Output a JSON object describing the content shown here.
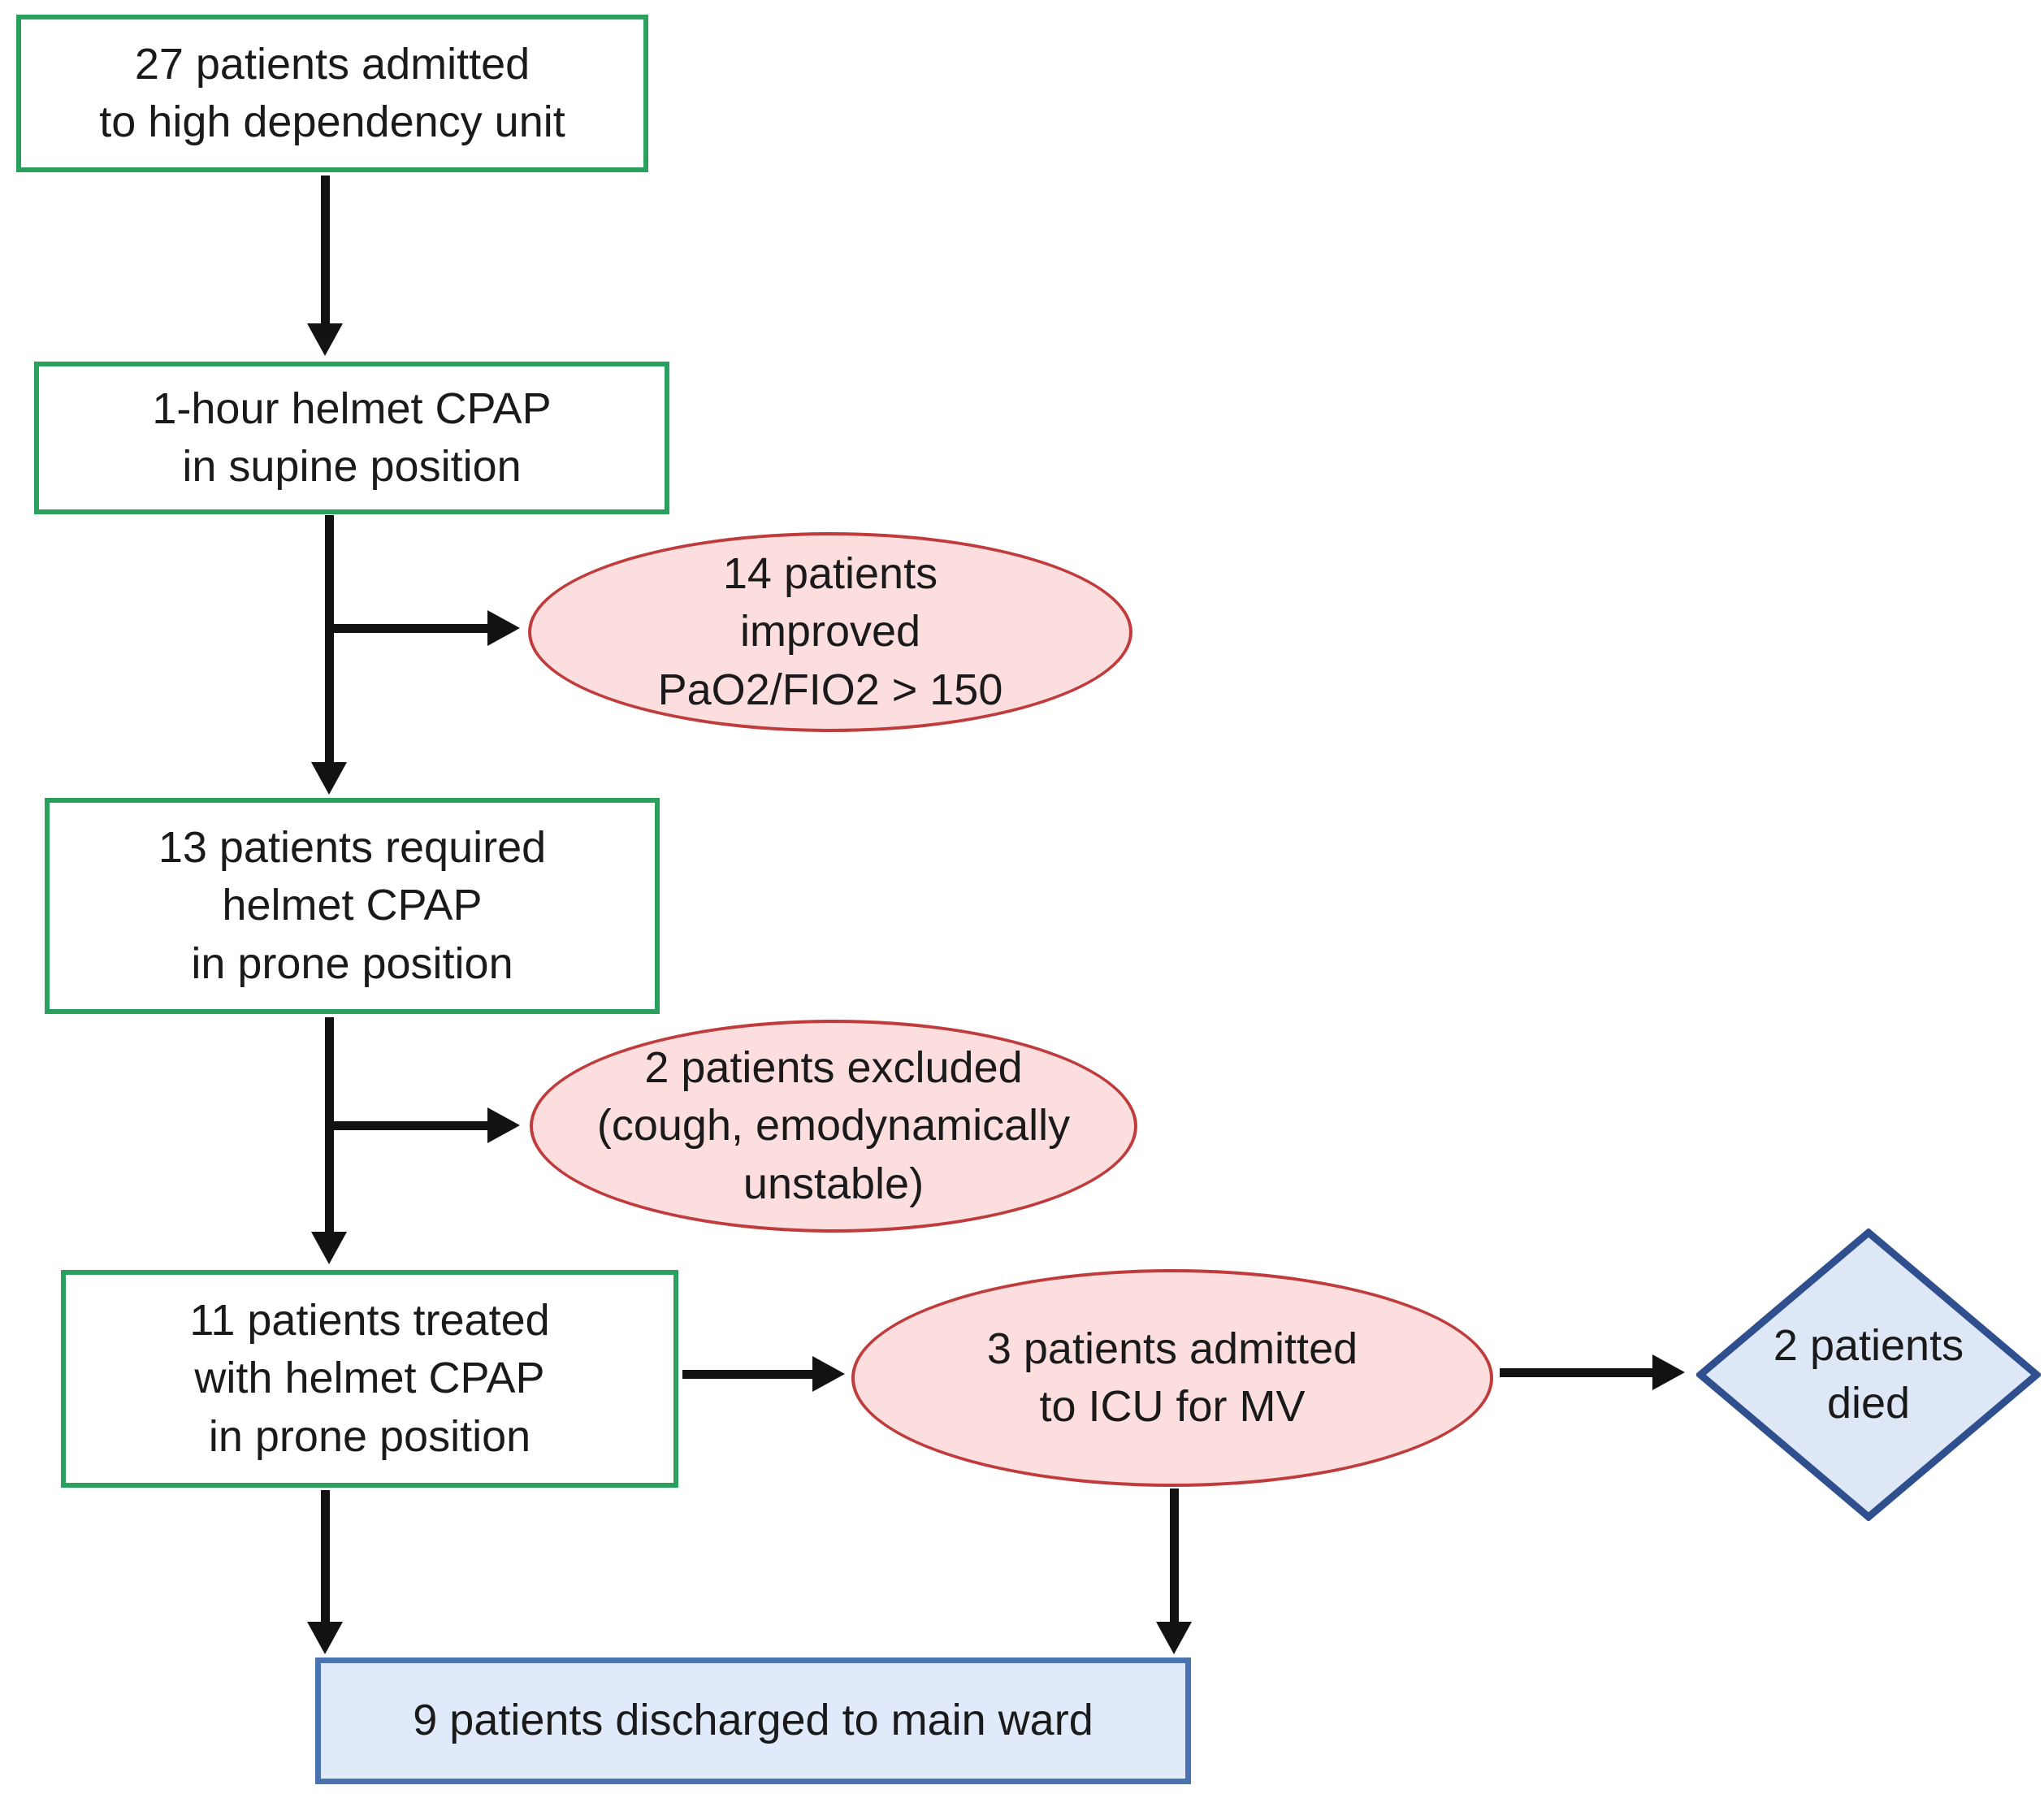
{
  "nodes": {
    "admitted": {
      "shape": "rect",
      "text": "27 patients admitted\nto high dependency unit"
    },
    "cpap_supine": {
      "shape": "rect",
      "text": "1-hour helmet CPAP\nin supine position"
    },
    "improved": {
      "shape": "ellipse",
      "text": "14 patients\nimproved\nPaO2/FIO2 > 150"
    },
    "required_prone": {
      "shape": "rect",
      "text": "13 patients required\nhelmet CPAP\nin prone position"
    },
    "excluded": {
      "shape": "ellipse",
      "text": "2 patients excluded\n(cough, emodynamically\nunstable)"
    },
    "treated_prone": {
      "shape": "rect",
      "text": "11 patients treated\nwith helmet CPAP\nin prone position"
    },
    "icu": {
      "shape": "ellipse",
      "text": "3 patients admitted\nto ICU for MV"
    },
    "died": {
      "shape": "diamond",
      "text": "2 patients\ndied"
    },
    "discharged": {
      "shape": "rect",
      "text": "9 patients discharged to main ward"
    }
  },
  "edges": [
    {
      "from": "admitted",
      "to": "cpap_supine"
    },
    {
      "from": "cpap_supine",
      "to": "improved"
    },
    {
      "from": "cpap_supine",
      "to": "required_prone"
    },
    {
      "from": "required_prone",
      "to": "excluded"
    },
    {
      "from": "required_prone",
      "to": "treated_prone"
    },
    {
      "from": "treated_prone",
      "to": "icu"
    },
    {
      "from": "icu",
      "to": "died"
    },
    {
      "from": "treated_prone",
      "to": "discharged"
    },
    {
      "from": "icu",
      "to": "discharged"
    }
  ],
  "colors": {
    "background": "#ffffff",
    "text": "#1a1a1a",
    "green_box_border": "#2aa05e",
    "ellipse_fill": "#fcdede",
    "ellipse_border": "#c03b3c",
    "diamond_fill": "#dde7f6",
    "diamond_border": "#2f4f8f",
    "blue_box_fill": "#e1eafa",
    "blue_box_border": "#4a74b0",
    "arrow": "#121212"
  }
}
